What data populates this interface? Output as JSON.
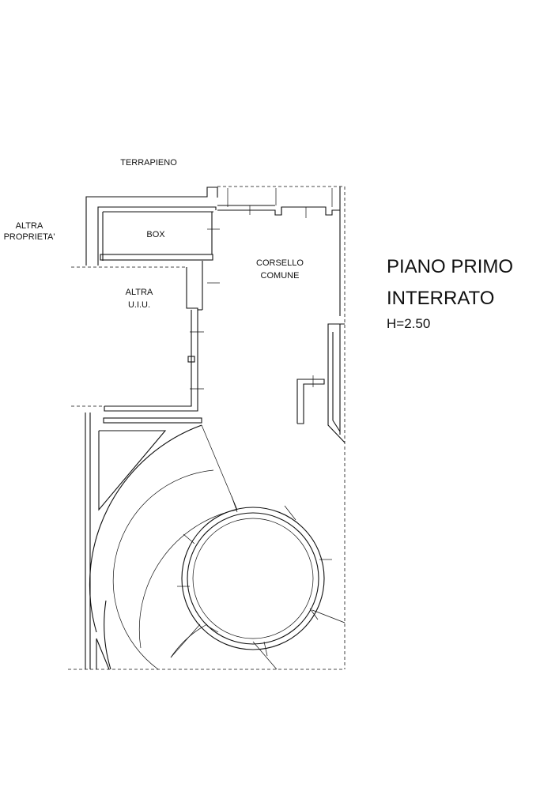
{
  "labels": {
    "terrapieno": "TERRAPIENO",
    "altra_proprieta_line1": "ALTRA",
    "altra_proprieta_line2": "PROPRIETA'",
    "box": "BOX",
    "altra_uiu_line1": "ALTRA",
    "altra_uiu_line2": "U.I.U.",
    "corsello_line1": "CORSELLO",
    "corsello_line2": "COMUNE"
  },
  "title": {
    "line1": "PIANO PRIMO",
    "line2": "INTERRATO",
    "height": "H=2.50"
  }
}
